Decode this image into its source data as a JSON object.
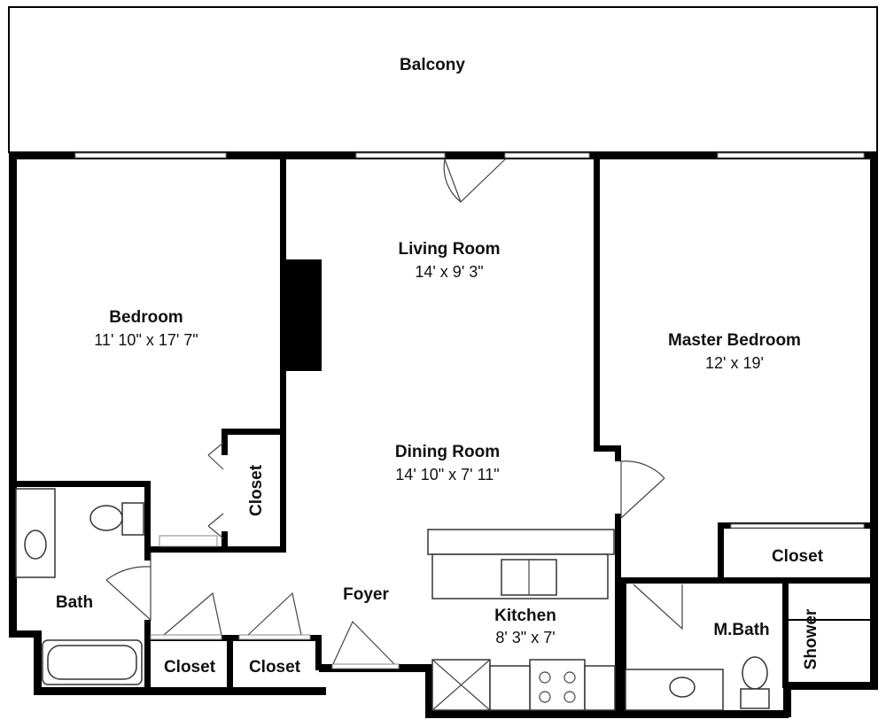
{
  "rooms": {
    "balcony": {
      "name": "Balcony"
    },
    "living": {
      "name": "Living Room",
      "dims": "14' x 9' 3\""
    },
    "bedroom": {
      "name": "Bedroom",
      "dims": "11' 10\" x 17' 7\""
    },
    "master": {
      "name": "Master Bedroom",
      "dims": "12' x 19'"
    },
    "dining": {
      "name": "Dining Room",
      "dims": "14' 10\" x 7' 11\""
    },
    "kitchen": {
      "name": "Kitchen",
      "dims": "8' 3\" x 7'"
    },
    "foyer": {
      "name": "Foyer"
    },
    "bath": {
      "name": "Bath"
    },
    "mbath": {
      "name": "M.Bath"
    },
    "shower": {
      "name": "Shower"
    },
    "closet_bed": {
      "name": "Closet"
    },
    "closet_master": {
      "name": "Closet"
    },
    "closet_hall1": {
      "name": "Closet"
    },
    "closet_hall2": {
      "name": "Closet"
    }
  }
}
